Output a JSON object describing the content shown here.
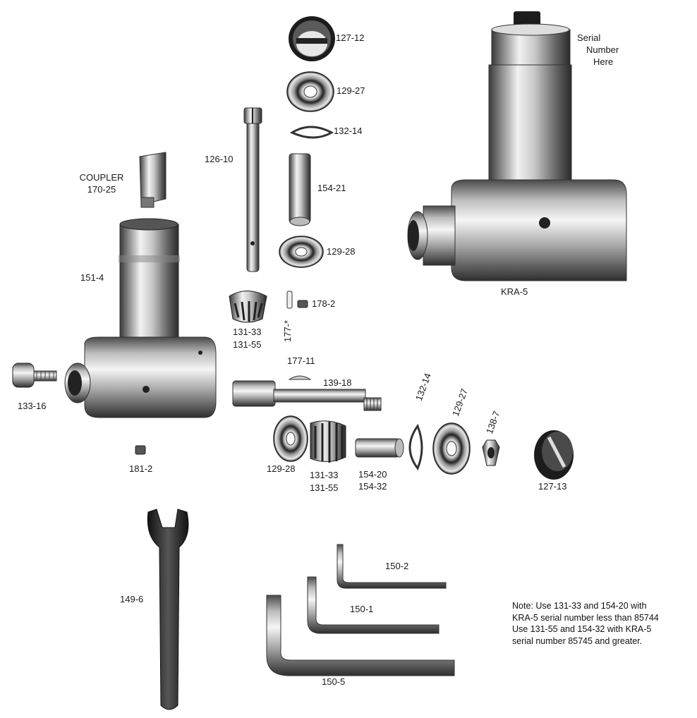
{
  "parts": {
    "p127_12": "127-12",
    "p129_27_top": "129-27",
    "p132_14_top": "132-14",
    "p126_10": "126-10",
    "p154_21": "154-21",
    "p129_28_mid": "129-28",
    "coupler_label": "COUPLER",
    "coupler_part": "170-25",
    "p151_4": "151-4",
    "p178_2": "178-2",
    "p131_33_a": "131-33",
    "p131_55_a": "131-55",
    "p177_star": "177-*",
    "p177_11": "177-11",
    "p139_18": "139-18",
    "p133_16": "133-16",
    "p181_2": "181-2",
    "p129_28_low": "129-28",
    "p131_33_b": "131-33",
    "p131_55_b": "131-55",
    "p154_20": "154-20",
    "p154_32": "154-32",
    "p132_14_low": "132-14",
    "p129_27_low": "129-27",
    "p138_7": "138-7",
    "p127_13": "127-13",
    "p149_6": "149-6",
    "p150_2": "150-2",
    "p150_1": "150-1",
    "p150_5": "150-5",
    "kra5": "KRA-5",
    "serial_line1": "Serial",
    "serial_line2": "Number",
    "serial_line3": "Here"
  },
  "note": {
    "line1": "Note: Use 131-33 and 154-20 with",
    "line2": "KRA-5 serial number less than 85744",
    "line3": "Use 131-55 and 154-32 with KRA-5",
    "line4": "serial number 85745 and greater."
  }
}
